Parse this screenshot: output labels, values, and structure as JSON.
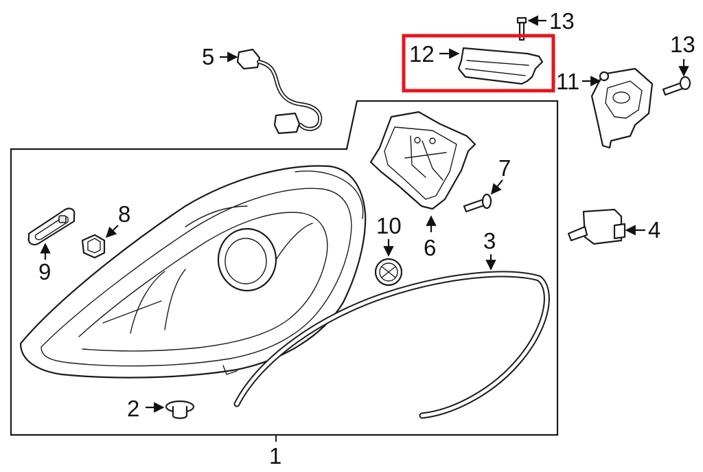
{
  "colors": {
    "highlight": "#e8151b",
    "ink": "#1a1a1a"
  },
  "callouts": {
    "c1": "1",
    "c2": "2",
    "c3": "3",
    "c4": "4",
    "c5": "5",
    "c6": "6",
    "c7": "7",
    "c8": "8",
    "c9": "9",
    "c10": "10",
    "c11": "11",
    "c12": "12",
    "c13a": "13",
    "c13b": "13"
  },
  "highlighted_part": "12"
}
